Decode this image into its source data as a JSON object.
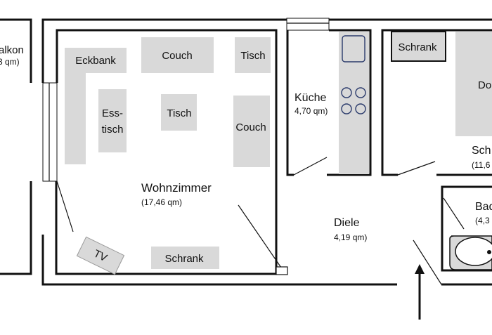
{
  "plan": {
    "rooms": {
      "balkon": {
        "name": "alkon",
        "area": "3 qm)"
      },
      "wohnzimmer": {
        "name": "Wohnzimmer",
        "area": "(17,46 qm)"
      },
      "kueche": {
        "name": "Küche",
        "area": "4,70 qm)"
      },
      "schlaf": {
        "name": "Sch",
        "area": "(11,6"
      },
      "bad": {
        "name": "Bad",
        "area": "(4,3"
      },
      "diele": {
        "name": "Diele",
        "area": "4,19 qm)"
      }
    },
    "furniture": {
      "eckbank": "Eckbank",
      "couch_top": "Couch",
      "tisch_top": "Tisch",
      "ess_line1": "Ess-",
      "ess_line2": "tisch",
      "tisch_center": "Tisch",
      "couch_right": "Couch",
      "tv": "TV",
      "schrank_living": "Schrank",
      "schrank_bedroom": "Schrank",
      "bed": "Do"
    },
    "colors": {
      "wall": "#111111",
      "furniture": "#d9d9d9"
    },
    "icons": [
      "entrance-arrow-icon",
      "stove-burner-icon",
      "sink-icon",
      "washbasin-icon"
    ]
  }
}
